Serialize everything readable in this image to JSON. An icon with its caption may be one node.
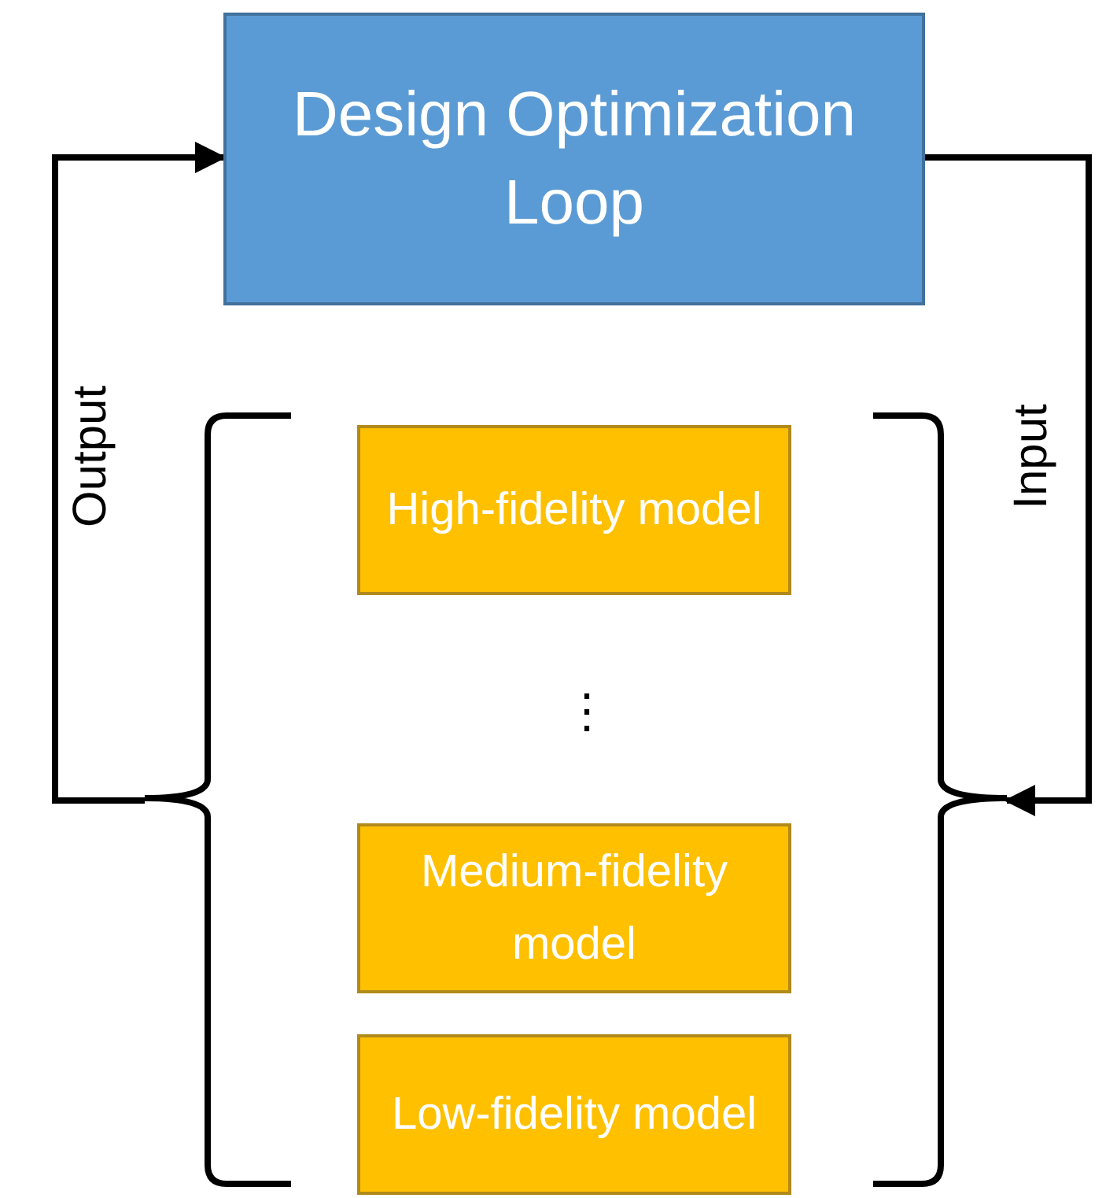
{
  "diagram": {
    "nodes": [
      {
        "text": [
          "Design Optimization Loop"
        ]
      },
      {
        "text": [],
        "shape": "bracket"
      },
      {
        "text": [
          "High-fidelity model"
        ],
        "in": 1
      },
      {
        "text": [
          "Medium-fidelity model"
        ],
        "in": 1
      },
      {
        "text": [
          "Low-fidelity model"
        ],
        "in": 1
      }
    ],
    "edges": [
      {
        "from": 0,
        "to": 1,
        "arrow": "to",
        "label": "Input"
      },
      {
        "from": 1,
        "to": 0,
        "arrow": "to",
        "label": "Output"
      }
    ],
    "labels": [
      "⋮"
    ]
  }
}
